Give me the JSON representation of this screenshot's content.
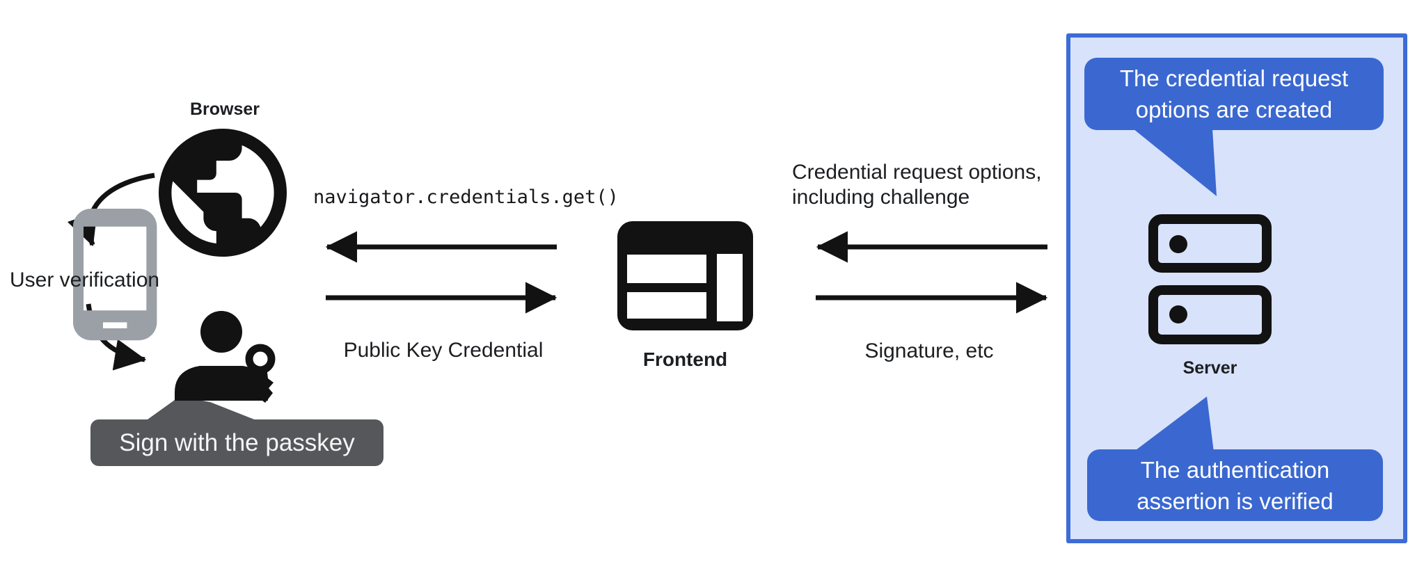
{
  "diagram": {
    "nodes": {
      "browser_label": "Browser",
      "frontend_label": "Frontend",
      "server_label": "Server"
    },
    "labels": {
      "user_verification": "User verification",
      "sign_with_passkey": "Sign with the passkey",
      "code_call": "navigator.credentials.get()",
      "public_key_credential": "Public Key Credential",
      "credential_request_options": "Credential request options,\nincluding challenge",
      "signature_etc": "Signature, etc"
    },
    "callouts": {
      "top": "The credential request\noptions are created",
      "bottom": "The authentication\nassertion is verified"
    },
    "flows": [
      {
        "from": "Frontend",
        "to": "Browser",
        "label": "navigator.credentials.get()"
      },
      {
        "from": "Browser",
        "to": "Frontend",
        "label": "Public Key Credential"
      },
      {
        "from": "Server",
        "to": "Frontend",
        "label": "Credential request options, including challenge"
      },
      {
        "from": "Frontend",
        "to": "Server",
        "label": "Signature, etc"
      },
      {
        "from": "Browser",
        "to": "Phone",
        "label": ""
      },
      {
        "from": "Phone",
        "to": "User",
        "label": ""
      }
    ],
    "icons": {
      "globe-icon": "browser globe",
      "smartphone-icon": "mobile phone (user verification device)",
      "user-icon": "person silhouette",
      "key-icon": "passkey key",
      "browser-window-icon": "frontend web page layout",
      "server-icon": "stacked server racks with indicator dots"
    },
    "colors": {
      "accent_blue": "#3a68d0",
      "panel_border_blue": "#3c6cd8",
      "panel_background": "#d8e2fa",
      "tooltip_gray": "#55575a",
      "phone_gray": "#9aa0a6",
      "icon_black": "#121212",
      "text_dark": "#1c1e21",
      "text_light": "#ffffff"
    }
  }
}
